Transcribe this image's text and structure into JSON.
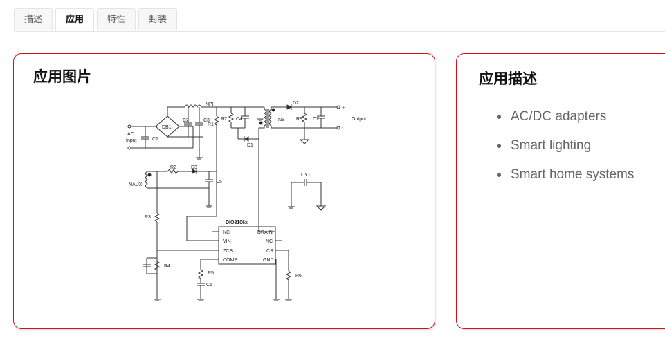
{
  "tabs": [
    {
      "label": "描述",
      "active": false
    },
    {
      "label": "应用",
      "active": true
    },
    {
      "label": "特性",
      "active": false
    },
    {
      "label": "封装",
      "active": false
    }
  ],
  "colors": {
    "card_border": "#d0121b",
    "bullet_text": "#666666"
  },
  "left_card": {
    "title": "应用图片",
    "schematic": {
      "chip": "DIO8106x",
      "pins_left": [
        "NC",
        "VIN",
        "ZCS",
        "COMP"
      ],
      "pins_right": [
        "DRAIN",
        "NC",
        "CS",
        "GND"
      ],
      "labels": {
        "ac": "AC",
        "input": "Input",
        "c1": "C1",
        "db1": "DB1",
        "c2": "C2",
        "c3": "C3",
        "npi": "NPI",
        "r1": "R1",
        "r7": "R7",
        "c4": "C4",
        "np": "NP",
        "ns": "NS",
        "d1": "D1",
        "d2": "D2",
        "r8": "R8",
        "c7": "C7",
        "output": "Output",
        "plus": "+",
        "minus": "-",
        "naux": "NAUX",
        "r2": "R2",
        "d3": "D3",
        "c5": "C5",
        "cy1": "CY1",
        "r3": "R3",
        "r4": "R4",
        "r5": "R5",
        "c6": "C6",
        "r6": "R6"
      }
    }
  },
  "right_card": {
    "title": "应用描述",
    "items": [
      "AC/DC adapters",
      "Smart lighting",
      "Smart home systems"
    ]
  }
}
